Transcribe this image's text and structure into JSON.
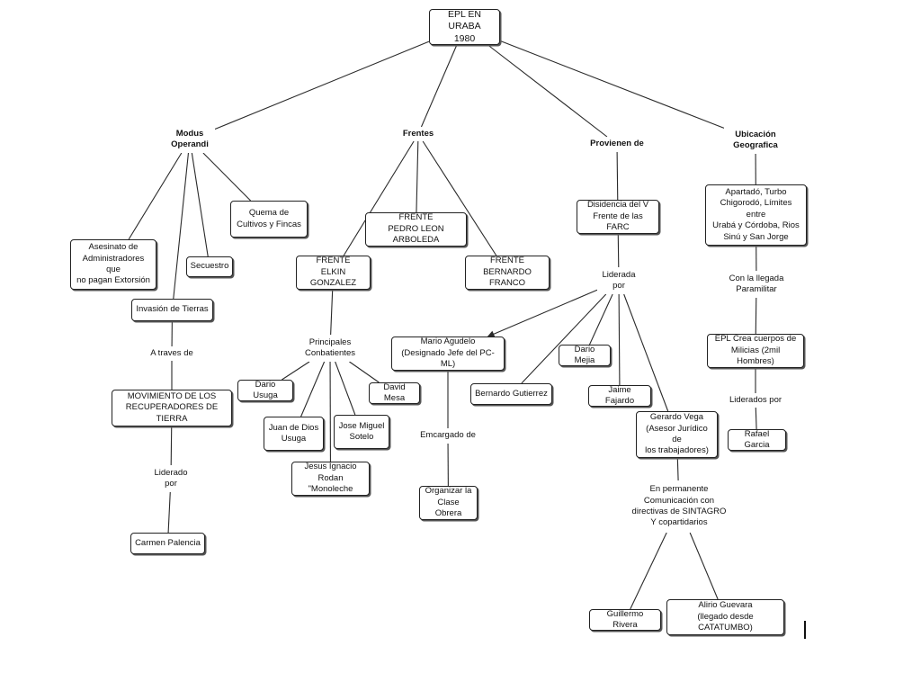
{
  "nodes": {
    "root": "EPL EN URABA\n1980",
    "modus": "Modus\nOperandi",
    "frentes": "Frentes",
    "provienen": "Provienen de",
    "ubicacion": "Ubicación\nGeografica",
    "asesinato": "Asesinato de\nAdministradores que\nno pagan Extorsión",
    "secuestro": "Secuestro",
    "quema": "Quema de\nCultivos y Fincas",
    "invasion": "Invasión de Tierras",
    "a_traves": "A traves de",
    "movimiento": "MOVIMIENTO DE LOS\nRECUPERADORES DE TIERRA",
    "liderado_por": "Liderado\npor",
    "carmen": "Carmen Palencia",
    "frente_pedro": "FRENTE\nPEDRO LEON ARBOLEDA",
    "frente_elkin": "FRENTE\nELKIN GONZALEZ",
    "frente_bernardo": "FRENTE\nBERNARDO FRANCO",
    "principales": "Principales\nConbatientes",
    "dario_usuga": "Dario Usuga",
    "david_mesa": "David Mesa",
    "juan_dios": "Juan de Dios\nUsuga",
    "jose_miguel": "Jose Miguel\nSotelo",
    "jesus": "Jesus Ignacio\nRodan \"Monoleche",
    "disidencia": "Disidencia del V\nFrente de las FARC",
    "liderada_por": "Liderada\npor",
    "mario": "Mario Agudelo\n(Designado Jefe del PC-ML)",
    "emcargado": "Emcargado de",
    "organizar": "Organizar la\nClase Obrera",
    "bernardo_g": "Bernardo Gutierrez",
    "dario_mejia": "Dario Mejia",
    "jaime": "Jaime Fajardo",
    "gerardo": "Gerardo Vega\n(Asesor Jurídico de\nlos trabajadores)",
    "en_permanente": "En permanente\nComunicación con\ndirectivas de SINTAGRO\nY copartidarios",
    "guillermo": "Guillermo Rivera",
    "alirio": "Alirio Guevara\n(llegado desde CATATUMBO)",
    "apartado": "Apartadó, Turbo\nChigorodó, Límites entre\nUrabá y Córdoba, Rios\nSinú y San Jorge",
    "con_llegada": "Con la llegada\nParamilitar",
    "epl_crea": "EPL Crea cuerpos de\nMilicias (2mil Hombres)",
    "liderados_por": "Liderados por",
    "rafael": "Rafael Garcia"
  },
  "edges": [
    [
      "root",
      "modus"
    ],
    [
      "root",
      "frentes"
    ],
    [
      "root",
      "provienen"
    ],
    [
      "root",
      "ubicacion"
    ],
    [
      "modus",
      "asesinato"
    ],
    [
      "modus",
      "invasion"
    ],
    [
      "modus",
      "secuestro"
    ],
    [
      "modus",
      "quema"
    ],
    [
      "invasion",
      "a_traves"
    ],
    [
      "a_traves",
      "movimiento"
    ],
    [
      "movimiento",
      "liderado_por"
    ],
    [
      "liderado_por",
      "carmen"
    ],
    [
      "frentes",
      "frente_elkin"
    ],
    [
      "frentes",
      "frente_pedro"
    ],
    [
      "frentes",
      "frente_bernardo"
    ],
    [
      "frente_elkin",
      "principales"
    ],
    [
      "principales",
      "dario_usuga"
    ],
    [
      "principales",
      "juan_dios"
    ],
    [
      "principales",
      "jesus"
    ],
    [
      "principales",
      "jose_miguel"
    ],
    [
      "principales",
      "david_mesa"
    ],
    [
      "provienen",
      "disidencia"
    ],
    [
      "disidencia",
      "liderada_por"
    ],
    [
      "liderada_por",
      "mario"
    ],
    [
      "liderada_por",
      "bernardo_g"
    ],
    [
      "liderada_por",
      "dario_mejia"
    ],
    [
      "liderada_por",
      "jaime"
    ],
    [
      "liderada_por",
      "gerardo"
    ],
    [
      "mario",
      "emcargado"
    ],
    [
      "emcargado",
      "organizar"
    ],
    [
      "gerardo",
      "en_permanente"
    ],
    [
      "en_permanente",
      "guillermo"
    ],
    [
      "en_permanente",
      "alirio"
    ],
    [
      "ubicacion",
      "apartado"
    ],
    [
      "apartado",
      "con_llegada"
    ],
    [
      "con_llegada",
      "epl_crea"
    ],
    [
      "epl_crea",
      "liderados_por"
    ],
    [
      "liderados_por",
      "rafael"
    ]
  ],
  "arrow_edges": [
    [
      "liderada_por",
      "mario"
    ]
  ]
}
